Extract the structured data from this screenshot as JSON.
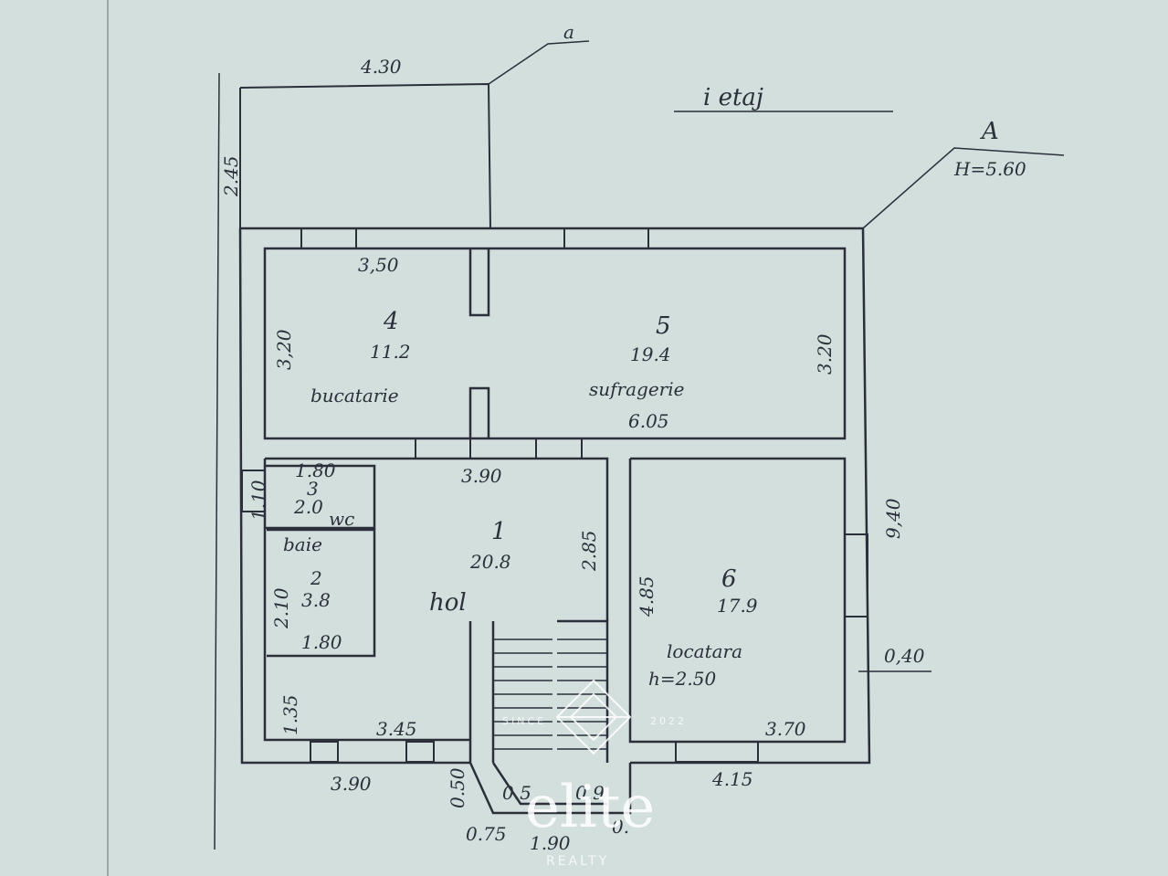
{
  "title": "i etaj",
  "section_mark": "A",
  "level": "H=5.60",
  "axis_mark": "a",
  "outer_dims": {
    "top": "4.30",
    "top_side": "2.45",
    "right": "9,40",
    "bottom_left": "3.90",
    "bottom_right": "4.15",
    "stair_width": "1.90",
    "wall_right": "0,40"
  },
  "stair_dims": {
    "a": "0.50",
    "b": "0.75",
    "c": "0.5",
    "d": "0.9",
    "e": "0."
  },
  "rooms": [
    {
      "number": "4",
      "area": "11.2",
      "name": "bucatarie",
      "dim_width": "3,50",
      "dim_height": "3,20"
    },
    {
      "number": "5",
      "area": "19.4",
      "name": "sufragerie",
      "dim_width": "6.05",
      "dim_height": "3.20"
    },
    {
      "number": "1",
      "area": "20.8",
      "name": "hol",
      "dim_width": "3.90",
      "dim_height": "2.85"
    },
    {
      "number": "3",
      "area": "2.0",
      "name": "wc",
      "dim_width": "1.80",
      "dim_height": "1.10"
    },
    {
      "number": "2",
      "area": "3.8",
      "name": "baie",
      "dim_width": "1.80",
      "dim_height": "2.10"
    },
    {
      "number": "6",
      "area": "17.9",
      "name": "locatara",
      "height": "h=2.50",
      "dim_width": "3.70",
      "dim_height": "4.85"
    }
  ],
  "lower_hall_dims": {
    "width": "3.45",
    "height": "1.35"
  },
  "watermark": {
    "since": "SINCE",
    "year": "2022",
    "brand": "elite",
    "sub": "REALTY"
  }
}
